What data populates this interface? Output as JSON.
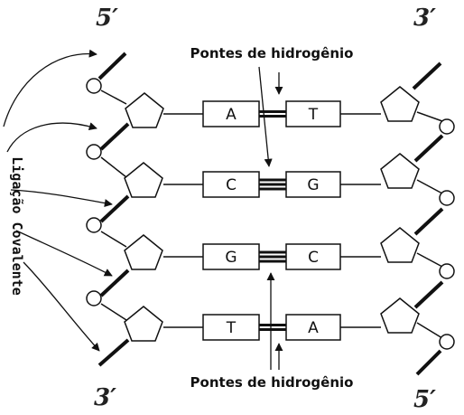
{
  "title_top": "Pontes de hidrogênio",
  "title_bottom": "Pontes de hidrogênio",
  "side_label": "Ligação Covalente",
  "ends": {
    "top_left": "5′",
    "top_right": "3′",
    "bottom_left": "3′",
    "bottom_right": "5′"
  },
  "pairs": [
    {
      "left": "A",
      "right": "T",
      "bonds": 2
    },
    {
      "left": "C",
      "right": "G",
      "bonds": 3
    },
    {
      "left": "G",
      "right": "C",
      "bonds": 3
    },
    {
      "left": "T",
      "right": "A",
      "bonds": 2
    }
  ]
}
